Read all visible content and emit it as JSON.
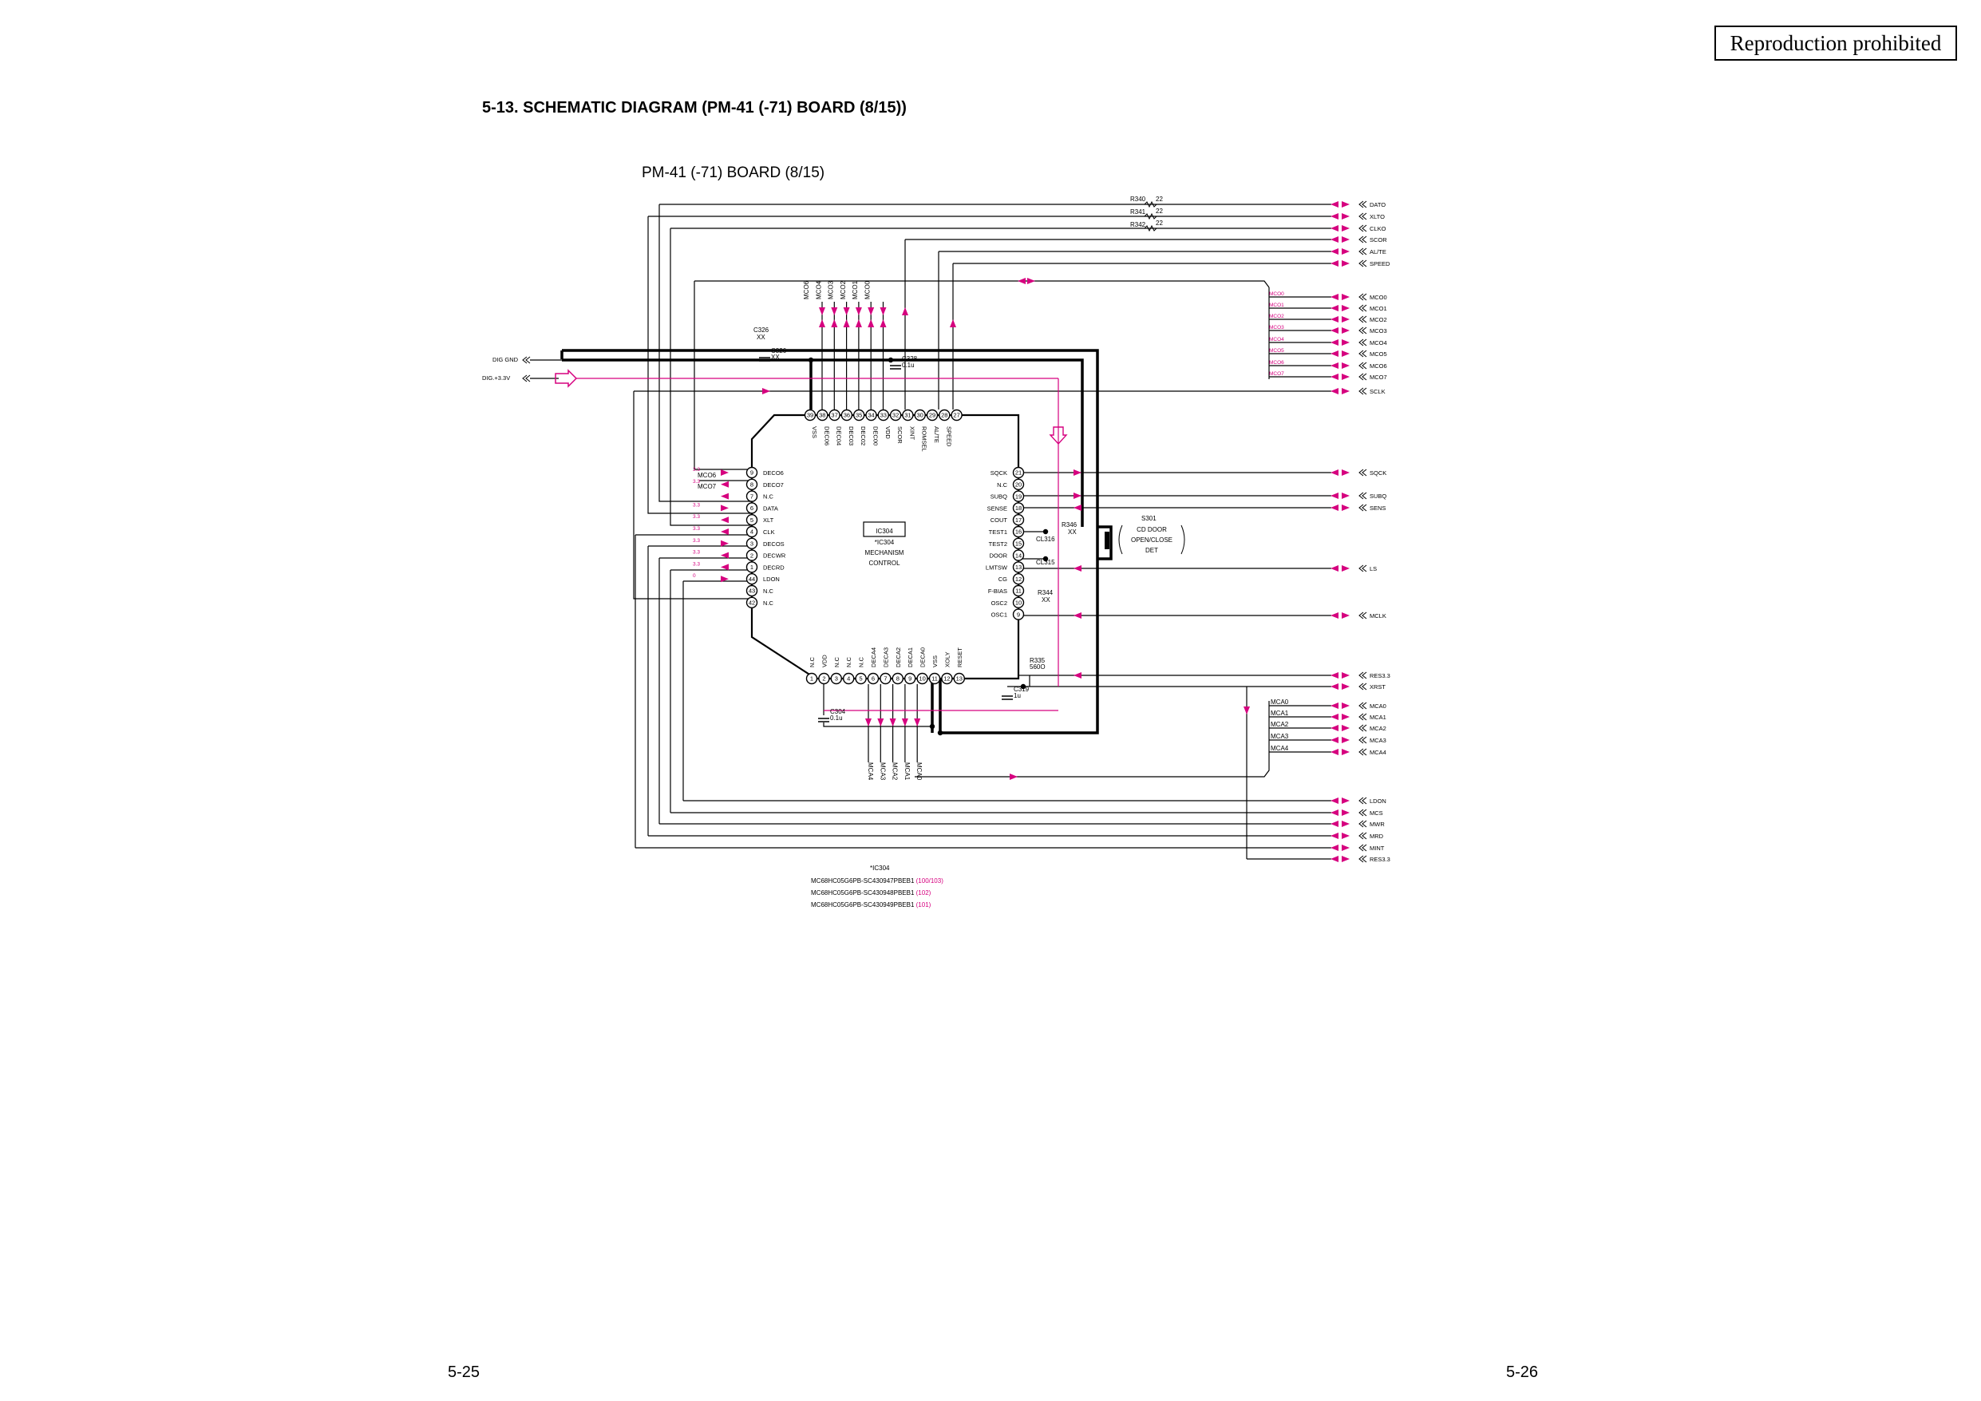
{
  "stamp": "Reproduction prohibited",
  "heading": "5-13. SCHEMATIC DIAGRAM (PM-41 (-71) BOARD (8/15))",
  "board_title": "PM-41 (-71) BOARD (8/15)",
  "ic": {
    "ref": "IC304",
    "note_ref": "*IC304",
    "function_line1": "MECHANISM",
    "function_line2": "CONTROL",
    "pins_left": [
      "DECO6",
      "DECO7",
      "N.C",
      "DATA",
      "XLT",
      "CLK",
      "DECOS",
      "DECWR",
      "DECRD",
      "LDON",
      "N.C",
      "N.C"
    ],
    "pins_left_nums": [
      "9",
      "8",
      "7",
      "6",
      "5",
      "4",
      "3",
      "2",
      "1",
      "44",
      "43",
      "42"
    ],
    "pins_right": [
      "SQCK",
      "N.C",
      "SUBQ",
      "SENSE",
      "COUT",
      "TEST1",
      "TEST2",
      "DOOR",
      "LMTSW",
      "CG",
      "F-BIAS",
      "OSC2",
      "OSC1"
    ],
    "pins_right_nums": [
      "21",
      "20",
      "19",
      "18",
      "17",
      "16",
      "15",
      "14",
      "13",
      "12",
      "11",
      "10",
      "9"
    ],
    "pins_top": [
      "VSS",
      "DEC06",
      "DEC04",
      "DEC03",
      "DEC02",
      "DEC00",
      "VDD",
      "SCOR",
      "XINT",
      "ROMSEL",
      "AL/TE",
      "SPEED"
    ],
    "pins_top_nums": [
      "39",
      "38",
      "37",
      "36",
      "35",
      "34",
      "33",
      "32",
      "31",
      "30",
      "29",
      "28",
      "27"
    ],
    "pins_bottom": [
      "N.C",
      "VDD",
      "N.C",
      "N.C",
      "N.C",
      "DECA4",
      "DECA3",
      "DECA2",
      "DECA1",
      "DECA0",
      "VSS",
      "XOLY",
      "RESET"
    ],
    "pins_bottom_nums": [
      "1",
      "2",
      "3",
      "4",
      "5",
      "6",
      "7",
      "8",
      "9",
      "10",
      "11",
      "12",
      "13"
    ]
  },
  "left_connectors": [
    "DIG GND",
    "DIG.+3.3V"
  ],
  "right_top_nets": [
    "DATO",
    "XLTO",
    "CLKO",
    "SCOR",
    "AL/TE",
    "SPEED"
  ],
  "mco_nets": [
    "MCO0",
    "MCO1",
    "MCO2",
    "MCO3",
    "MCO4",
    "MCO5",
    "MCO6",
    "MCO7"
  ],
  "sclk": "SCLK",
  "right_mid_nets": [
    "SQCK",
    "SUBQ",
    "SENS",
    "LS",
    "MCLK"
  ],
  "right_lower_nets": [
    "RES3.3",
    "XRST"
  ],
  "mca_nets": [
    "MCA0",
    "MCA1",
    "MCA2",
    "MCA3",
    "MCA4"
  ],
  "right_bottom_nets": [
    "LDON",
    "MCS",
    "MWR",
    "MRD",
    "MINT",
    "RES3.3"
  ],
  "top_bus_labels": [
    "MCO6",
    "MCO4",
    "MCO3",
    "MCO2",
    "MCO1",
    "MCO0"
  ],
  "bottom_bus_labels": [
    "MCA4",
    "MCA3",
    "MCA2",
    "MCA1",
    "MCA0"
  ],
  "left_bus_labels": [
    "MCO6",
    "MCO7"
  ],
  "resistors": [
    {
      "ref": "R340",
      "value": "22"
    },
    {
      "ref": "R341",
      "value": "22"
    },
    {
      "ref": "R342",
      "value": "22"
    },
    {
      "ref": "R346",
      "value": "XX"
    },
    {
      "ref": "R344",
      "value": "XX"
    },
    {
      "ref": "R335",
      "value": "560O"
    }
  ],
  "capacitors": [
    {
      "ref": "C326",
      "value": "XX"
    },
    {
      "ref": "C328",
      "value": "0.1u"
    },
    {
      "ref": "C319",
      "value": "1u"
    },
    {
      "ref": "C304",
      "value": "0.1u"
    }
  ],
  "test_points": [
    "CL316",
    "CL315"
  ],
  "switch": {
    "ref": "S301",
    "line1": "CD DOOR",
    "line2": "OPEN/CLOSE",
    "line3": "DET"
  },
  "notes": {
    "title": "*IC304",
    "lines": [
      {
        "part": "MC68HC05G6PB-SC430947PBEB1",
        "suffix": "(100/103)"
      },
      {
        "part": "MC68HC05G6PB-SC430948PBEB1",
        "suffix": "(102)"
      },
      {
        "part": "MC68HC05G6PB-SC430949PBEB1",
        "suffix": "(101)"
      }
    ]
  },
  "page_left": "5-25",
  "page_right": "5-26",
  "colors": {
    "signal": "#d6007f",
    "wire": "#000000"
  }
}
